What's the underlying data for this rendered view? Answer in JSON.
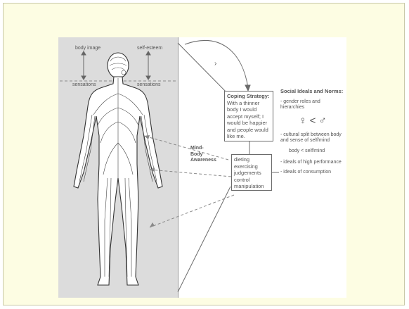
{
  "diagram": {
    "panel_labels": {
      "body_image": "body image",
      "self_esteem": "self-esteem",
      "sensations_left": "sensations",
      "sensations_right": "sensations",
      "mind_body": "Mind-\nBody\nAwareness"
    },
    "coping_box": {
      "title": "Coping Strategy:",
      "lines": [
        "With a thinner",
        "body I would",
        "accept myself; I",
        "would be happier",
        "and people would",
        "like me."
      ]
    },
    "actions_box": {
      "lines": [
        "dieting",
        "exercising",
        "judgements",
        "control",
        "manipulation"
      ]
    },
    "norms": {
      "title": "Social Ideals and Norms:",
      "items": {
        "gender": "- gender roles and hierarchies",
        "gender_symbol": "♀ < ♂",
        "split": "- cultural split between body and sense of self/mind",
        "comparison": "body  <  self/mind",
        "performance": "- ideals of high performance",
        "consumption": "- ideals of consumption"
      }
    },
    "arrow_mark": "›",
    "colors": {
      "background": "#fdfde3",
      "panel": "#dcdcdc",
      "line": "#6b6b6b"
    }
  }
}
